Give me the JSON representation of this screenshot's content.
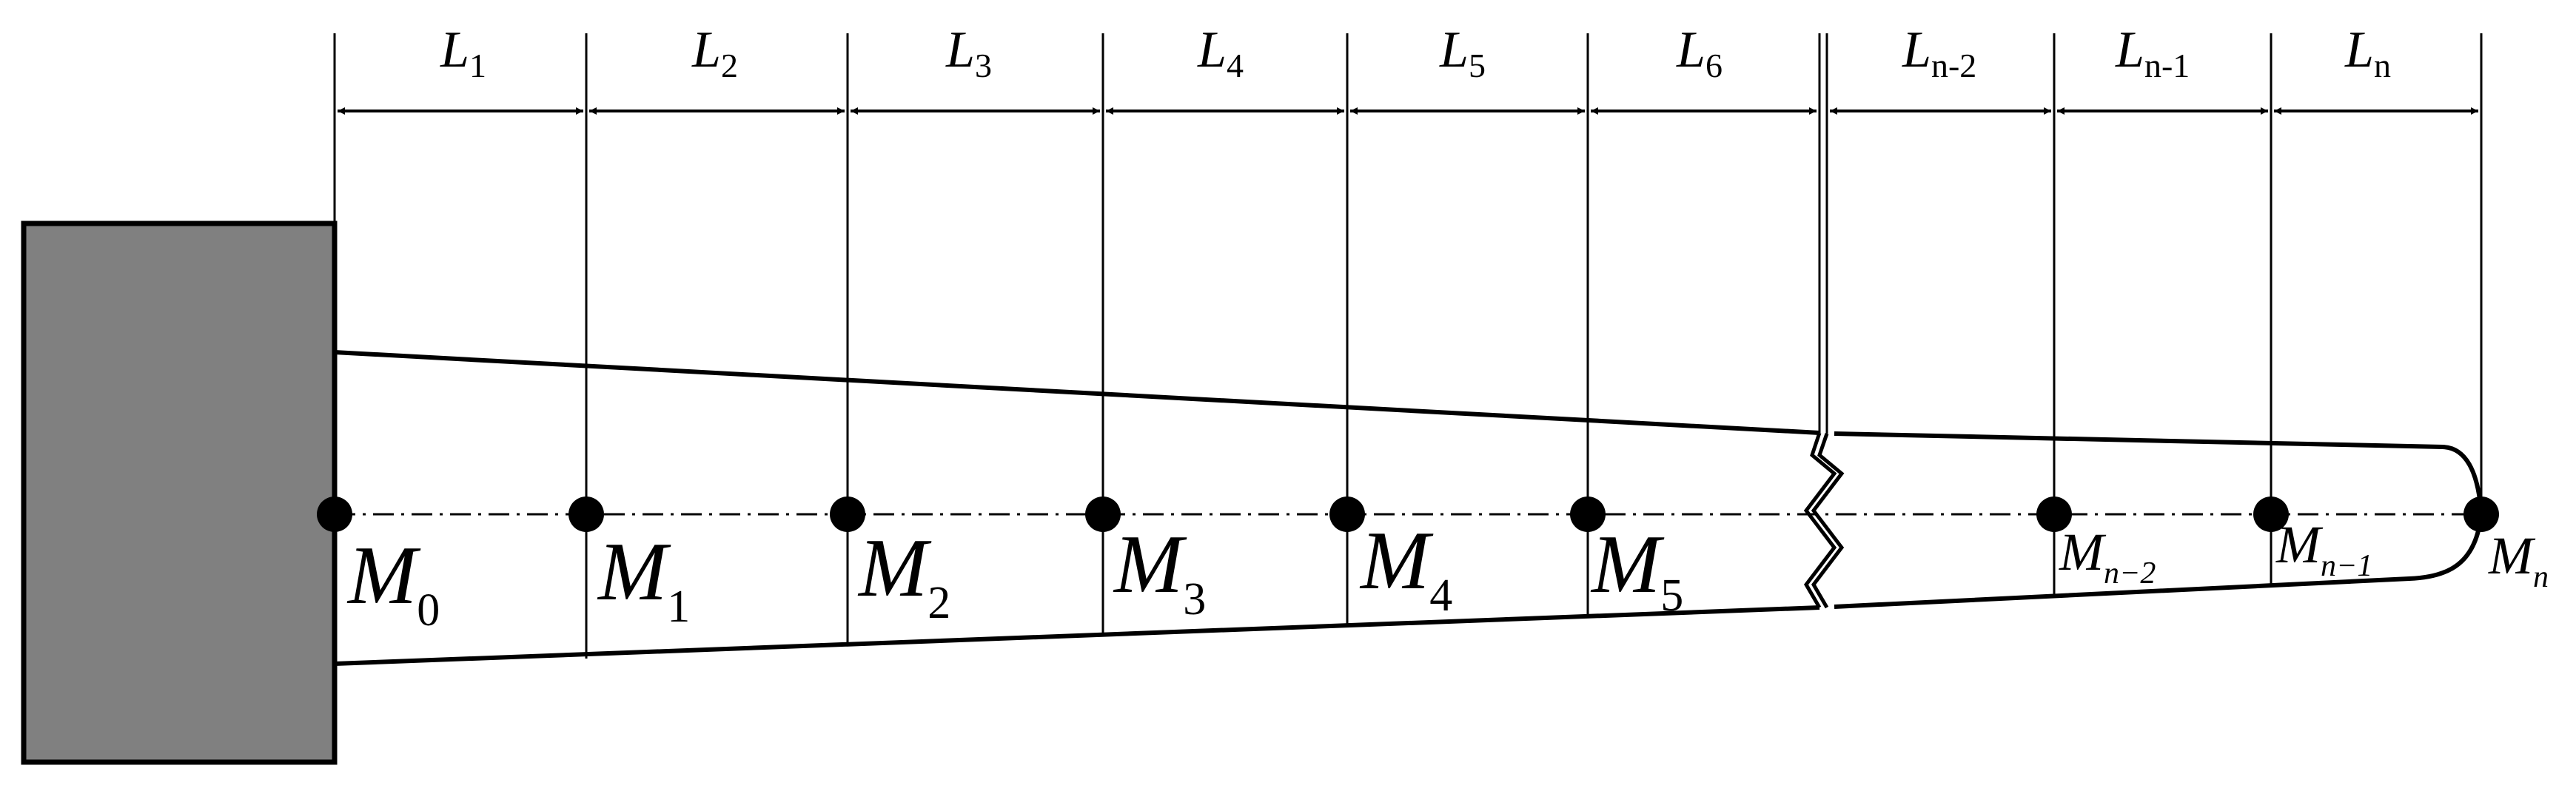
{
  "segments": [
    {
      "main": "L",
      "sub": "1"
    },
    {
      "main": "L",
      "sub": "2"
    },
    {
      "main": "L",
      "sub": "3"
    },
    {
      "main": "L",
      "sub": "4"
    },
    {
      "main": "L",
      "sub": "5"
    },
    {
      "main": "L",
      "sub": "6"
    },
    {
      "main": "L",
      "sub": "n-2"
    },
    {
      "main": "L",
      "sub": "n-1"
    },
    {
      "main": "L",
      "sub": "n"
    }
  ],
  "points": [
    {
      "main": "M",
      "sub": "0"
    },
    {
      "main": "M",
      "sub": "1"
    },
    {
      "main": "M",
      "sub": "2"
    },
    {
      "main": "M",
      "sub": "3"
    },
    {
      "main": "M",
      "sub": "4"
    },
    {
      "main": "M",
      "sub": "5"
    },
    {
      "main": "M",
      "sub": "n−2"
    },
    {
      "main": "M",
      "sub": "n−1"
    },
    {
      "main": "M",
      "sub": "n"
    }
  ],
  "colors": {
    "wall": "#808080",
    "line": "#000000"
  }
}
